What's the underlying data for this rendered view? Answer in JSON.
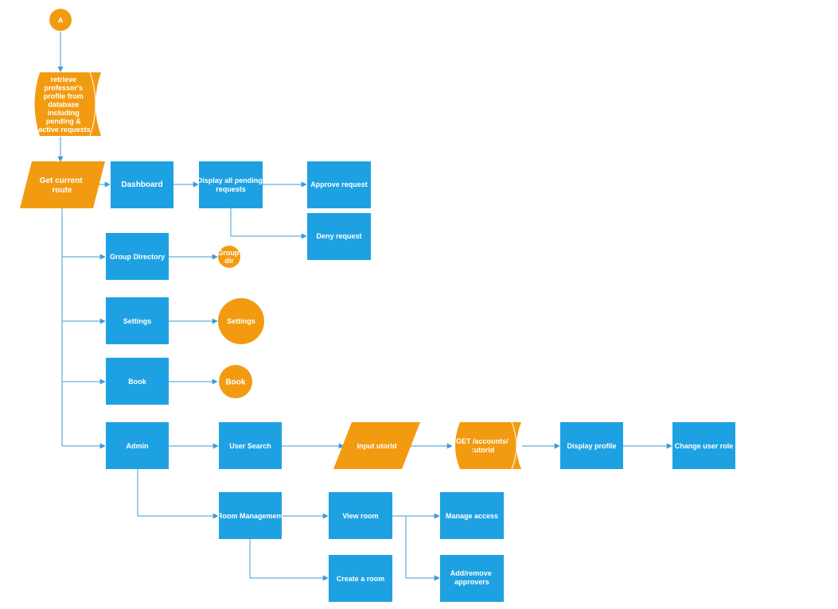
{
  "colors": {
    "process": "#1ea1e3",
    "terminal": "#f29b11",
    "connector_line": "#3d9bd6",
    "text": "#ffffff"
  },
  "nodes": {
    "start": "A",
    "retrieve": [
      "retrieve",
      "professor's",
      "profile from",
      "database",
      "including",
      "pending &",
      "active requests"
    ],
    "get_route": [
      "Get current",
      "route"
    ],
    "dashboard": "Dashboard",
    "display_pending": [
      "Display all pending",
      "requests"
    ],
    "approve": "Approve request",
    "deny": "Deny request",
    "group_directory": "Group Directory",
    "group_dir_end": [
      "Group",
      "dir"
    ],
    "settings": "Settings",
    "settings_end": "Settings",
    "book": "Book",
    "book_end": "Book",
    "admin": "Admin",
    "user_search": "User Search",
    "input_utorid": "Input utorid",
    "get_accounts": [
      "GET /accounts/",
      ":utorid"
    ],
    "display_profile": "Display profile",
    "change_role": "Change user role",
    "room_management": "Room Management",
    "view_room": "View room",
    "manage_access": "Manage access",
    "create_room": "Create a room",
    "add_remove_approvers": [
      "Add/remove",
      "approvers"
    ]
  }
}
